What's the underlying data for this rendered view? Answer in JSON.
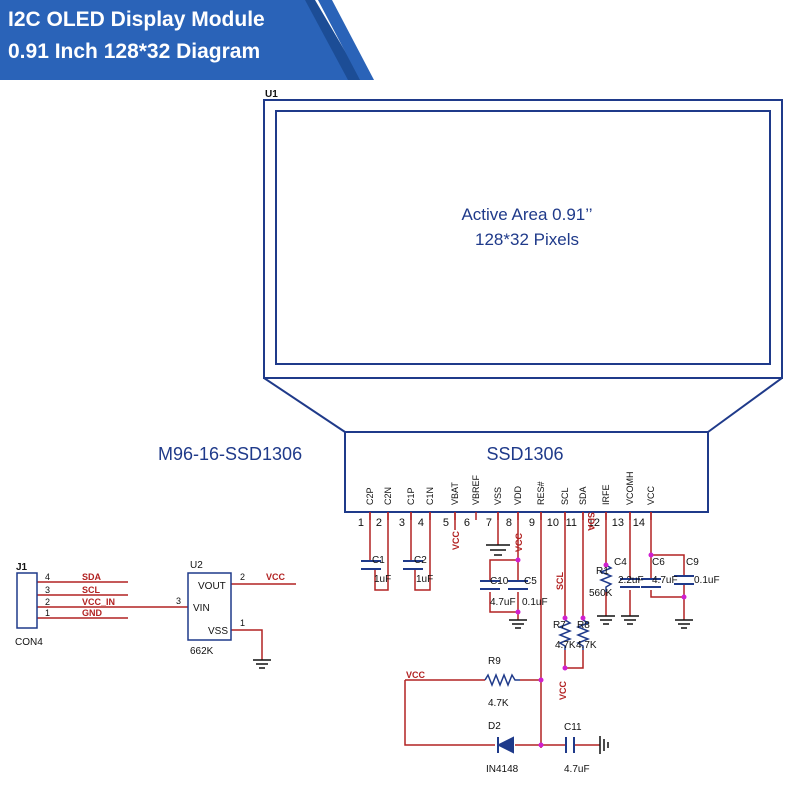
{
  "header": {
    "title_line1": "I2C OLED Display Module",
    "title_line2": "0.91 Inch 128*32 Diagram",
    "colors": {
      "banner": "#2a63b8",
      "banner_dark": "#1c4d96"
    }
  },
  "colors": {
    "wire": "#b22222",
    "component": "#1f3a8a",
    "junction": "#d020d0",
    "text": "#111111"
  },
  "display": {
    "ref": "U1",
    "part_name": "M96-16-SSD1306",
    "controller": "SSD1306",
    "active_area_line1": "Active Area 0.91’’",
    "active_area_line2": "128*32 Pixels"
  },
  "pins": [
    {
      "num": "1",
      "name": "C2P"
    },
    {
      "num": "2",
      "name": "C2N"
    },
    {
      "num": "3",
      "name": "C1P"
    },
    {
      "num": "4",
      "name": "C1N"
    },
    {
      "num": "5",
      "name": "VBAT"
    },
    {
      "num": "6",
      "name": "VBREF"
    },
    {
      "num": "7",
      "name": "VSS"
    },
    {
      "num": "8",
      "name": "VDD"
    },
    {
      "num": "9",
      "name": "RES#"
    },
    {
      "num": "10",
      "name": "SCL"
    },
    {
      "num": "11",
      "name": "SDA"
    },
    {
      "num": "12",
      "name": "IRFE"
    },
    {
      "num": "13",
      "name": "VCOMH"
    },
    {
      "num": "14",
      "name": "VCC"
    }
  ],
  "net_labels": {
    "vcc": "VCC",
    "scl": "SCL",
    "sda": "SDA"
  },
  "connector": {
    "ref": "J1",
    "name": "CON4",
    "pins": [
      {
        "num": "4",
        "signal": "SDA"
      },
      {
        "num": "3",
        "signal": "SCL"
      },
      {
        "num": "2",
        "signal": "VCC_IN"
      },
      {
        "num": "1",
        "signal": "GND"
      }
    ]
  },
  "regulator": {
    "ref": "U2",
    "part": "662K",
    "pin_vout": "VOUT",
    "pin_vin": "VIN",
    "pin_vss": "VSS",
    "num_vout": "2",
    "num_vin": "3",
    "num_vss": "1",
    "out_net": "VCC"
  },
  "capacitors": {
    "c1": {
      "ref": "C1",
      "value": "1uF"
    },
    "c2": {
      "ref": "C2",
      "value": "1uF"
    },
    "c10": {
      "ref": "C10",
      "value": "4.7uF"
    },
    "c5": {
      "ref": "C5",
      "value": "0.1uF"
    },
    "c4": {
      "ref": "C4",
      "value": "2.2uF"
    },
    "c6": {
      "ref": "C6",
      "value": "4.7uF"
    },
    "c9": {
      "ref": "C9",
      "value": "0.1uF"
    },
    "c11": {
      "ref": "C11",
      "value": "4.7uF"
    }
  },
  "resistors": {
    "r1": {
      "ref": "R1",
      "value": "560K"
    },
    "r7": {
      "ref": "R7",
      "value": "4.7K"
    },
    "r8": {
      "ref": "R8",
      "value": "4.7K"
    },
    "r9": {
      "ref": "R9",
      "value": "4.7K"
    }
  },
  "diode": {
    "ref": "D2",
    "part": "IN4148"
  }
}
